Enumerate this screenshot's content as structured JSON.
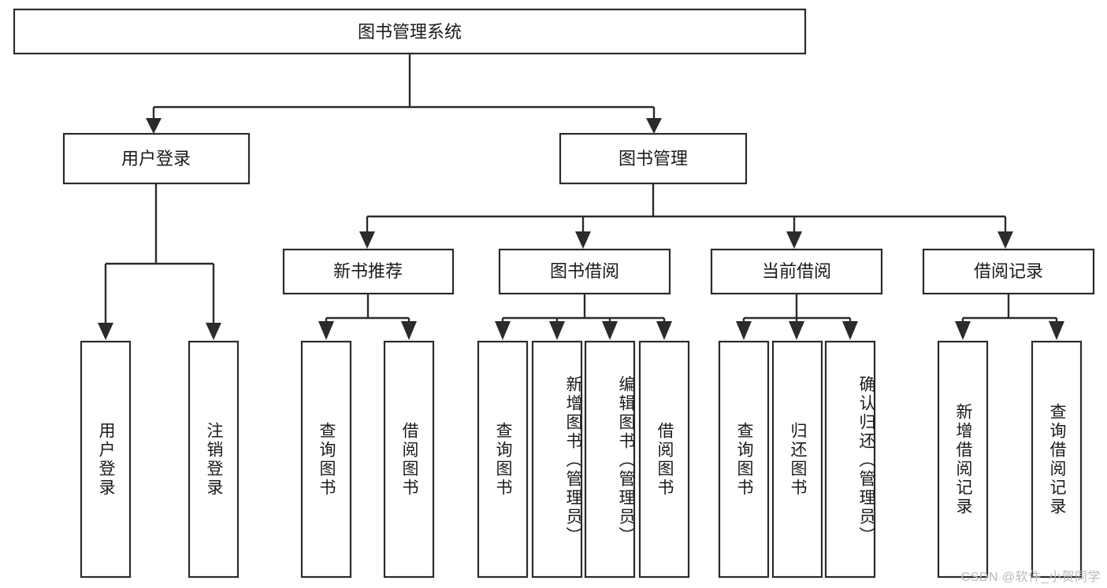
{
  "diagram": {
    "title": "图书管理系统",
    "type": "tree-hierarchy",
    "root": {
      "id": "root",
      "label": "图书管理系统",
      "orientation": "horizontal"
    },
    "level2": [
      {
        "id": "user-login",
        "label": "用户登录",
        "orientation": "horizontal"
      },
      {
        "id": "book-manage",
        "label": "图书管理",
        "orientation": "horizontal"
      }
    ],
    "level3": [
      {
        "id": "new-book-recommend",
        "label": "新书推荐",
        "orientation": "horizontal"
      },
      {
        "id": "book-borrow",
        "label": "图书借阅",
        "orientation": "horizontal"
      },
      {
        "id": "current-borrow",
        "label": "当前借阅",
        "orientation": "horizontal"
      },
      {
        "id": "borrow-record",
        "label": "借阅记录",
        "orientation": "horizontal"
      }
    ],
    "leaves": {
      "user_login": [
        {
          "id": "leaf-user-login",
          "label": "用户登录",
          "orientation": "vertical"
        },
        {
          "id": "leaf-logout",
          "label": "注销登录",
          "orientation": "vertical"
        }
      ],
      "new_book_recommend": [
        {
          "id": "leaf-query-book-1",
          "label": "查询图书",
          "orientation": "vertical"
        },
        {
          "id": "leaf-borrow-book-1",
          "label": "借阅图书",
          "orientation": "vertical"
        }
      ],
      "book_borrow": [
        {
          "id": "leaf-query-book-2",
          "label": "查询图书",
          "orientation": "vertical"
        },
        {
          "id": "leaf-add-book",
          "label": "新增图书（管理员）",
          "orientation": "vertical"
        },
        {
          "id": "leaf-edit-book",
          "label": "编辑图书（管理员）",
          "orientation": "vertical"
        },
        {
          "id": "leaf-borrow-book-2",
          "label": "借阅图书",
          "orientation": "vertical"
        }
      ],
      "current_borrow": [
        {
          "id": "leaf-query-book-3",
          "label": "查询图书",
          "orientation": "vertical"
        },
        {
          "id": "leaf-return-book",
          "label": "归还图书",
          "orientation": "vertical"
        },
        {
          "id": "leaf-confirm-return",
          "label": "确认归还（管理员）",
          "orientation": "vertical"
        }
      ],
      "borrow_record": [
        {
          "id": "leaf-add-record",
          "label": "新增借阅记录",
          "orientation": "vertical"
        },
        {
          "id": "leaf-query-record",
          "label": "查询借阅记录",
          "orientation": "vertical"
        }
      ]
    }
  },
  "watermark": {
    "text": "CSDN @软件_小贺同学"
  },
  "colors": {
    "stroke": "#2b2b2b",
    "fill": "#ffffff",
    "text": "#1a1a1a",
    "watermark": "#b9b9b9"
  }
}
